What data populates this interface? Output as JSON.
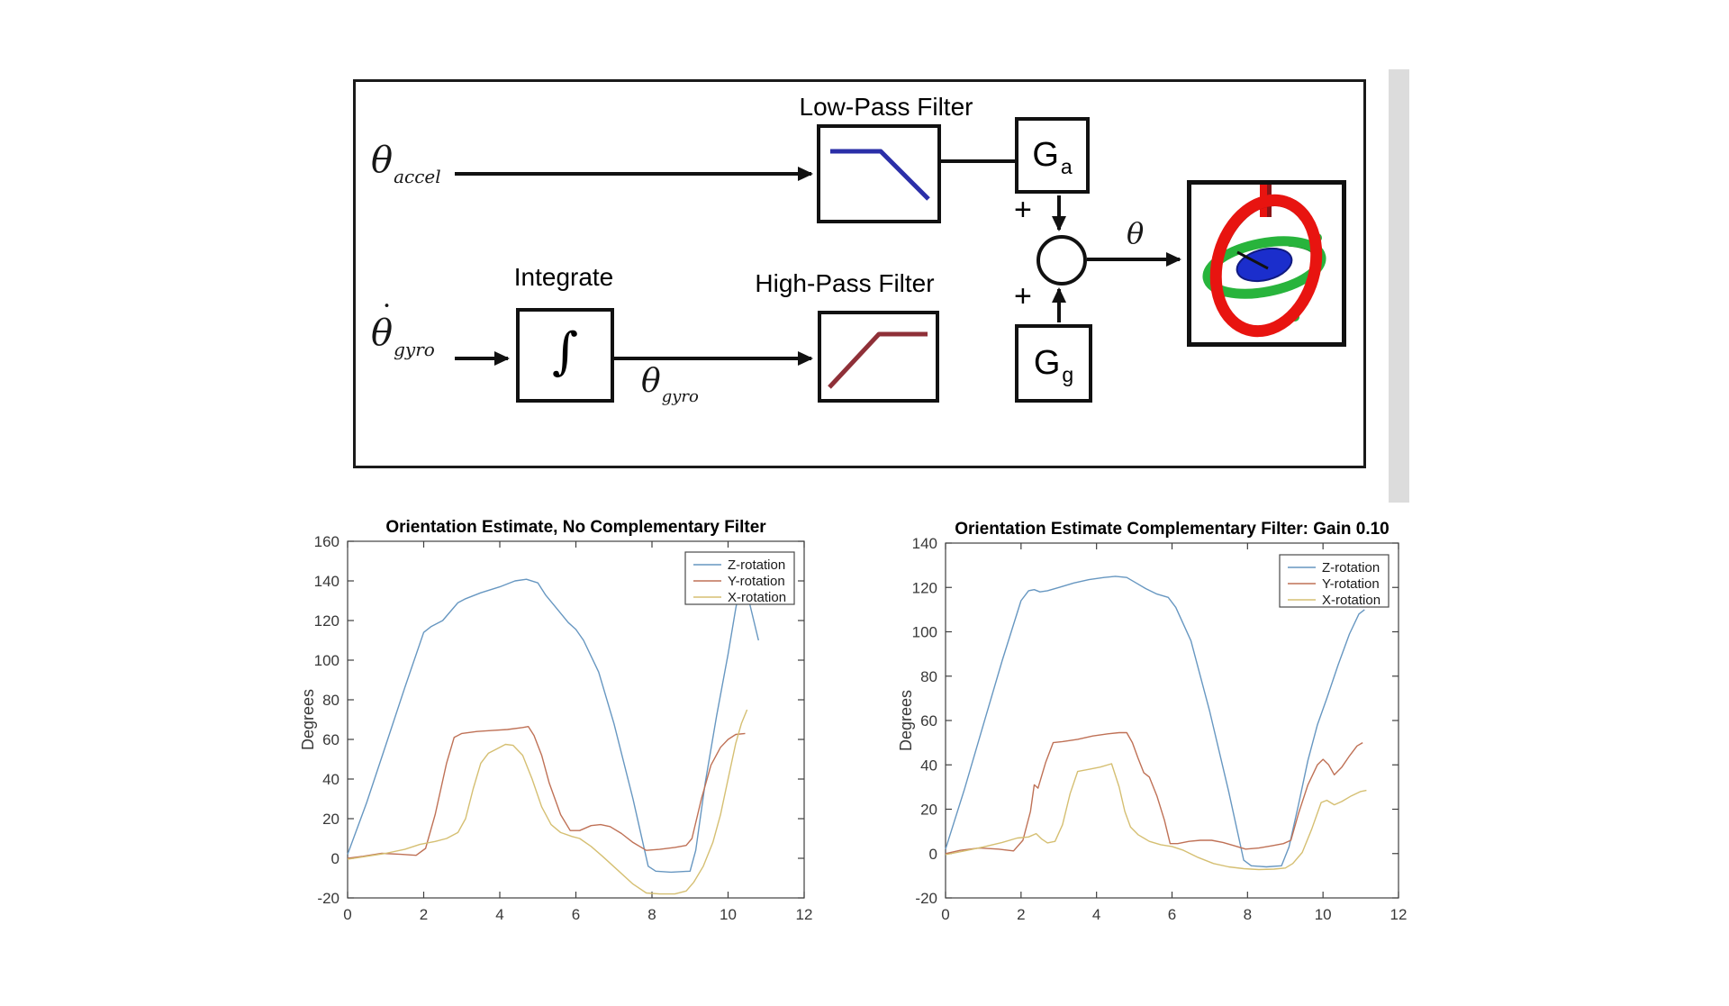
{
  "page": {
    "background": "#ffffff"
  },
  "scrollbar": {
    "color": "#dcdcdc"
  },
  "diagram": {
    "border_color": "#1a1a1a",
    "labels": {
      "low_pass": "Low-Pass Filter",
      "high_pass": "High-Pass Filter",
      "integrate": "Integrate",
      "integral_symbol": "∫",
      "plus_top": "+",
      "plus_bottom": "+",
      "output": "θ",
      "dot_mark": "˙"
    },
    "inputs": {
      "theta_accel": {
        "base": "θ",
        "subscript": "accel"
      },
      "theta_dot_gyro": {
        "base": "θ",
        "subscript": "gyro"
      }
    },
    "intermediate": {
      "base": "θ",
      "subscript": "gyro"
    },
    "gains": {
      "ga": {
        "base": "G",
        "subscript": "a"
      },
      "gg": {
        "base": "G",
        "subscript": "g"
      }
    },
    "colors": {
      "lpf_curve": "#2b2fa8",
      "hpf_curve": "#8f3038",
      "gyro_red": "#e81410",
      "gyro_dark_red": "#8a1518",
      "gyro_green": "#28b43c",
      "gyro_dark_green": "#15801f",
      "gyro_blue": "#1b2ecc"
    }
  },
  "chart_data": [
    {
      "type": "line",
      "title": "Orientation Estimate, No Complementary Filter",
      "xlabel": "",
      "ylabel": "Degrees",
      "xlim": [
        0,
        12
      ],
      "ylim": [
        -20,
        160
      ],
      "xticks": [
        0,
        2,
        4,
        6,
        8,
        10,
        12
      ],
      "yticks": [
        -20,
        0,
        20,
        40,
        60,
        80,
        100,
        120,
        140,
        160
      ],
      "grid": false,
      "legend_position": "northeast",
      "legend_labels": [
        "Z-rotation",
        "Y-rotation",
        "X-rotation"
      ],
      "series": [
        {
          "name": "Z-rotation",
          "color": "#6797c1",
          "points": [
            [
              0,
              2
            ],
            [
              0.5,
              28
            ],
            [
              1,
              57
            ],
            [
              1.5,
              86
            ],
            [
              2,
              114
            ],
            [
              2.2,
              117
            ],
            [
              2.5,
              120
            ],
            [
              2.9,
              129
            ],
            [
              3.1,
              131
            ],
            [
              3.5,
              134
            ],
            [
              4,
              137
            ],
            [
              4.4,
              140
            ],
            [
              4.7,
              140.8
            ],
            [
              5,
              139
            ],
            [
              5.2,
              133
            ],
            [
              5.5,
              126
            ],
            [
              5.8,
              119
            ],
            [
              6,
              115.5
            ],
            [
              6.2,
              110
            ],
            [
              6.6,
              94
            ],
            [
              7,
              68
            ],
            [
              7.5,
              30
            ],
            [
              7.9,
              -4
            ],
            [
              8.1,
              -6.5
            ],
            [
              8.5,
              -7
            ],
            [
              9,
              -6.5
            ],
            [
              9.15,
              4
            ],
            [
              9.4,
              38
            ],
            [
              9.7,
              72
            ],
            [
              10,
              103
            ],
            [
              10.2,
              126
            ],
            [
              10.35,
              141
            ],
            [
              10.55,
              130
            ],
            [
              10.8,
              110
            ]
          ]
        },
        {
          "name": "Y-rotation",
          "color": "#bf7156",
          "points": [
            [
              0,
              0
            ],
            [
              0.4,
              1
            ],
            [
              0.9,
              2.5
            ],
            [
              1.4,
              2
            ],
            [
              1.8,
              1.5
            ],
            [
              2.05,
              5
            ],
            [
              2.3,
              22
            ],
            [
              2.6,
              48
            ],
            [
              2.8,
              61
            ],
            [
              3,
              63
            ],
            [
              3.4,
              64
            ],
            [
              3.8,
              64.5
            ],
            [
              4.2,
              65
            ],
            [
              4.6,
              66
            ],
            [
              4.75,
              66.5
            ],
            [
              4.9,
              62
            ],
            [
              5.1,
              52
            ],
            [
              5.3,
              38
            ],
            [
              5.6,
              22
            ],
            [
              5.85,
              14
            ],
            [
              6.1,
              14
            ],
            [
              6.4,
              16.5
            ],
            [
              6.65,
              17
            ],
            [
              6.9,
              16
            ],
            [
              7.2,
              12.5
            ],
            [
              7.5,
              8
            ],
            [
              7.85,
              4
            ],
            [
              8.2,
              4.5
            ],
            [
              8.6,
              5.5
            ],
            [
              8.9,
              6.5
            ],
            [
              9.05,
              10
            ],
            [
              9.3,
              30
            ],
            [
              9.55,
              47
            ],
            [
              9.8,
              56
            ],
            [
              10,
              60
            ],
            [
              10.2,
              62.5
            ],
            [
              10.45,
              63
            ]
          ]
        },
        {
          "name": "X-rotation",
          "color": "#d5bf72",
          "points": [
            [
              0,
              -0.5
            ],
            [
              0.5,
              1
            ],
            [
              1,
              2.5
            ],
            [
              1.5,
              4.5
            ],
            [
              1.9,
              7
            ],
            [
              2.3,
              8.5
            ],
            [
              2.6,
              10
            ],
            [
              2.9,
              13
            ],
            [
              3.1,
              20
            ],
            [
              3.3,
              35
            ],
            [
              3.5,
              48
            ],
            [
              3.7,
              53
            ],
            [
              3.9,
              55
            ],
            [
              4.15,
              57.5
            ],
            [
              4.35,
              57
            ],
            [
              4.6,
              52
            ],
            [
              4.85,
              40
            ],
            [
              5.1,
              26
            ],
            [
              5.35,
              17
            ],
            [
              5.6,
              13
            ],
            [
              5.9,
              11
            ],
            [
              6.1,
              10
            ],
            [
              6.4,
              6
            ],
            [
              6.7,
              1
            ],
            [
              7.1,
              -6
            ],
            [
              7.5,
              -13
            ],
            [
              7.85,
              -17.5
            ],
            [
              8.2,
              -18
            ],
            [
              8.6,
              -18
            ],
            [
              8.9,
              -16.5
            ],
            [
              9.1,
              -12
            ],
            [
              9.35,
              -4
            ],
            [
              9.6,
              8
            ],
            [
              9.8,
              22
            ],
            [
              10,
              40
            ],
            [
              10.2,
              58
            ],
            [
              10.35,
              68
            ],
            [
              10.5,
              75
            ]
          ]
        }
      ]
    },
    {
      "type": "line",
      "title": "Orientation Estimate Complementary Filter: Gain 0.10",
      "xlabel": "",
      "ylabel": "Degrees",
      "xlim": [
        0,
        12
      ],
      "ylim": [
        -20,
        140
      ],
      "xticks": [
        0,
        2,
        4,
        6,
        8,
        10,
        12
      ],
      "yticks": [
        -20,
        0,
        20,
        40,
        60,
        80,
        100,
        120,
        140
      ],
      "grid": false,
      "legend_position": "northeast",
      "legend_labels": [
        "Z-rotation",
        "Y-rotation",
        "X-rotation"
      ],
      "series": [
        {
          "name": "Z-rotation",
          "color": "#6797c1",
          "points": [
            [
              0,
              2
            ],
            [
              0.5,
              29
            ],
            [
              1,
              58
            ],
            [
              1.5,
              87
            ],
            [
              2,
              114
            ],
            [
              2.2,
              118.5
            ],
            [
              2.35,
              119
            ],
            [
              2.5,
              118
            ],
            [
              2.7,
              118.5
            ],
            [
              3,
              120
            ],
            [
              3.4,
              122
            ],
            [
              3.8,
              123.5
            ],
            [
              4.2,
              124.5
            ],
            [
              4.5,
              125
            ],
            [
              4.8,
              124.5
            ],
            [
              5.05,
              122
            ],
            [
              5.3,
              119.5
            ],
            [
              5.6,
              117
            ],
            [
              5.9,
              115.5
            ],
            [
              6.1,
              111
            ],
            [
              6.5,
              96
            ],
            [
              7,
              64
            ],
            [
              7.5,
              28
            ],
            [
              7.9,
              -3
            ],
            [
              8.1,
              -5.5
            ],
            [
              8.5,
              -6
            ],
            [
              8.9,
              -5.5
            ],
            [
              9.1,
              3
            ],
            [
              9.35,
              22
            ],
            [
              9.6,
              42
            ],
            [
              9.85,
              58
            ],
            [
              10.1,
              70
            ],
            [
              10.4,
              85
            ],
            [
              10.7,
              99
            ],
            [
              10.95,
              108
            ],
            [
              11.1,
              110
            ]
          ]
        },
        {
          "name": "Y-rotation",
          "color": "#bf7156",
          "points": [
            [
              0,
              0
            ],
            [
              0.4,
              1.5
            ],
            [
              0.9,
              2.5
            ],
            [
              1.4,
              2
            ],
            [
              1.8,
              1.2
            ],
            [
              2.05,
              6
            ],
            [
              2.25,
              19
            ],
            [
              2.35,
              31
            ],
            [
              2.45,
              29.5
            ],
            [
              2.65,
              41
            ],
            [
              2.85,
              50
            ],
            [
              3.1,
              50.5
            ],
            [
              3.5,
              51.5
            ],
            [
              3.9,
              53
            ],
            [
              4.3,
              54
            ],
            [
              4.6,
              54.5
            ],
            [
              4.8,
              54.5
            ],
            [
              4.95,
              50
            ],
            [
              5.1,
              43
            ],
            [
              5.25,
              36.5
            ],
            [
              5.4,
              34.5
            ],
            [
              5.6,
              26
            ],
            [
              5.8,
              15
            ],
            [
              5.95,
              4.5
            ],
            [
              6.15,
              4.5
            ],
            [
              6.45,
              5.5
            ],
            [
              6.75,
              6
            ],
            [
              7.05,
              6
            ],
            [
              7.35,
              5
            ],
            [
              7.65,
              3.5
            ],
            [
              7.95,
              2
            ],
            [
              8.3,
              2.5
            ],
            [
              8.65,
              3.5
            ],
            [
              8.95,
              4.5
            ],
            [
              9.15,
              6
            ],
            [
              9.35,
              18
            ],
            [
              9.6,
              31
            ],
            [
              9.85,
              40
            ],
            [
              10,
              42.5
            ],
            [
              10.15,
              40
            ],
            [
              10.3,
              35.5
            ],
            [
              10.5,
              39
            ],
            [
              10.7,
              44
            ],
            [
              10.9,
              48.5
            ],
            [
              11.05,
              50
            ]
          ]
        },
        {
          "name": "X-rotation",
          "color": "#d5bf72",
          "points": [
            [
              0,
              -0.5
            ],
            [
              0.5,
              1.2
            ],
            [
              1,
              3
            ],
            [
              1.5,
              5
            ],
            [
              1.9,
              7
            ],
            [
              2.2,
              7.5
            ],
            [
              2.4,
              9
            ],
            [
              2.55,
              6.5
            ],
            [
              2.7,
              4.8
            ],
            [
              2.9,
              5.5
            ],
            [
              3.1,
              13
            ],
            [
              3.3,
              27
            ],
            [
              3.5,
              37
            ],
            [
              3.8,
              38
            ],
            [
              4.1,
              39
            ],
            [
              4.4,
              40.5
            ],
            [
              4.6,
              30
            ],
            [
              4.75,
              19
            ],
            [
              4.9,
              12
            ],
            [
              5.1,
              8.5
            ],
            [
              5.4,
              5.5
            ],
            [
              5.7,
              4
            ],
            [
              6,
              3.2
            ],
            [
              6.3,
              1.5
            ],
            [
              6.7,
              -1.8
            ],
            [
              7.1,
              -4.5
            ],
            [
              7.5,
              -6
            ],
            [
              7.9,
              -6.8
            ],
            [
              8.3,
              -7.2
            ],
            [
              8.7,
              -7
            ],
            [
              9,
              -6.5
            ],
            [
              9.2,
              -4.5
            ],
            [
              9.45,
              0.5
            ],
            [
              9.7,
              11
            ],
            [
              9.95,
              23
            ],
            [
              10.1,
              24
            ],
            [
              10.3,
              22
            ],
            [
              10.5,
              23.5
            ],
            [
              10.75,
              26
            ],
            [
              11,
              28
            ],
            [
              11.15,
              28.5
            ]
          ]
        }
      ]
    }
  ]
}
